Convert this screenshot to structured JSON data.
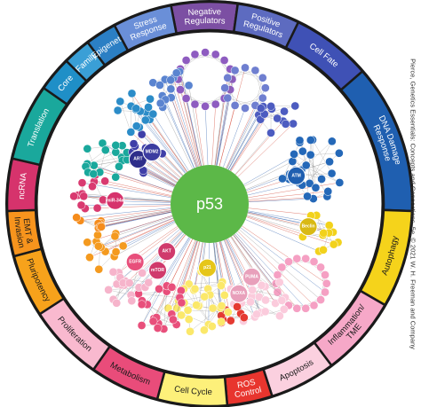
{
  "center": {
    "label": "p53",
    "color": "#5cb848"
  },
  "ring_color": "#1a1a1a",
  "segments": [
    {
      "id": "negative-regulators",
      "label": [
        "Negative",
        "Regulators"
      ],
      "color": "#7c4fa3",
      "text": "#ffffff",
      "start": -11,
      "end": 8
    },
    {
      "id": "positive-regulators",
      "label": [
        "Positive",
        "Regulators"
      ],
      "color": "#5d6bc0",
      "text": "#ffffff",
      "start": 8,
      "end": 26
    },
    {
      "id": "cell-fate",
      "label": [
        "Cell Fate"
      ],
      "color": "#3f51b5",
      "text": "#ffffff",
      "start": 26,
      "end": 49
    },
    {
      "id": "dna-damage-response",
      "label": [
        "DNA Damage",
        "Response"
      ],
      "color": "#1f5fb0",
      "text": "#ffffff",
      "start": 49,
      "end": 92
    },
    {
      "id": "autophagy",
      "label": [
        "Autophagy"
      ],
      "color": "#f5d31b",
      "text": "#1a1a1a",
      "start": 92,
      "end": 120
    },
    {
      "id": "inflammation-tme",
      "label": [
        "Inflammation/",
        "TME"
      ],
      "color": "#f6a8c8",
      "text": "#1a1a1a",
      "start": 120,
      "end": 143
    },
    {
      "id": "apoptosis",
      "label": [
        "Apoptosis"
      ],
      "color": "#fbd0df",
      "text": "#1a1a1a",
      "start": 143,
      "end": 162
    },
    {
      "id": "ros-control",
      "label": [
        "ROS",
        "Control"
      ],
      "color": "#e8352e",
      "text": "#ffffff",
      "start": 162,
      "end": 175
    },
    {
      "id": "cell-cycle",
      "label": [
        "Cell Cycle"
      ],
      "color": "#fdf07a",
      "text": "#1a1a1a",
      "start": 175,
      "end": 195
    },
    {
      "id": "metabolism",
      "label": [
        "Metabolism"
      ],
      "color": "#e94c7a",
      "text": "#1a1a1a",
      "start": 195,
      "end": 215
    },
    {
      "id": "proliferation",
      "label": [
        "Proliferation"
      ],
      "color": "#f9b9cf",
      "text": "#1a1a1a",
      "start": 215,
      "end": 237
    },
    {
      "id": "pluripotency",
      "label": [
        "Pluripotency"
      ],
      "color": "#f7a21b",
      "text": "#1a1a1a",
      "start": 237,
      "end": 255
    },
    {
      "id": "emt-invasion",
      "label": [
        "EMT &",
        "Invasion"
      ],
      "color": "#f7941d",
      "text": "#1a1a1a",
      "start": 255,
      "end": 268
    },
    {
      "id": "ncrna",
      "label": [
        "ncRNA"
      ],
      "color": "#d6336c",
      "text": "#ffffff",
      "start": 268,
      "end": 283
    },
    {
      "id": "translation",
      "label": [
        "Translation"
      ],
      "color": "#1aa89c",
      "text": "#ffffff",
      "start": 283,
      "end": 305
    },
    {
      "id": "core",
      "label": [
        "Core"
      ],
      "color": "#1f8fc7",
      "text": "#ffffff",
      "start": 305,
      "end": 315
    },
    {
      "id": "family",
      "label": [
        "Family"
      ],
      "color": "#3a9fd6",
      "text": "#ffffff",
      "start": 315,
      "end": 323
    },
    {
      "id": "epigenetic",
      "label": [
        "Epigenetic"
      ],
      "color": "#2b7fc4",
      "text": "#ffffff",
      "start": 323,
      "end": 332
    },
    {
      "id": "stress-response",
      "label": [
        "Stress",
        "Response"
      ],
      "color": "#6a8fd8",
      "text": "#ffffff",
      "start": 332,
      "end": 349
    }
  ],
  "clusters": [
    {
      "id": "negative-regulators-cluster",
      "color": "#8e5cc0",
      "angle": -2,
      "dist": 0.74,
      "size": 0.16,
      "nodes": 16,
      "ring": true
    },
    {
      "id": "positive-regulators-cluster",
      "color": "#6f7fd0",
      "angle": 17,
      "dist": 0.72,
      "size": 0.12,
      "nodes": 12,
      "ring": true
    },
    {
      "id": "cell-fate-cluster",
      "color": "#4d5cc0",
      "angle": 36,
      "dist": 0.66,
      "size": 0.13,
      "nodes": 14,
      "ring": false
    },
    {
      "id": "dna-damage-cluster",
      "color": "#2468b8",
      "angle": 70,
      "dist": 0.64,
      "size": 0.2,
      "nodes": 30,
      "ring": false
    },
    {
      "id": "autophagy-cluster",
      "color": "#f2d21c",
      "angle": 104,
      "dist": 0.68,
      "size": 0.12,
      "nodes": 14,
      "ring": false
    },
    {
      "id": "inflammation-cluster",
      "color": "#f5a0c3",
      "angle": 131,
      "dist": 0.72,
      "size": 0.15,
      "nodes": 18,
      "ring": true
    },
    {
      "id": "apoptosis-cluster",
      "color": "#fbcbdc",
      "angle": 152,
      "dist": 0.62,
      "size": 0.18,
      "nodes": 26,
      "ring": false
    },
    {
      "id": "ros-cluster",
      "color": "#e53a31",
      "angle": 168,
      "dist": 0.7,
      "size": 0.08,
      "nodes": 8,
      "ring": false
    },
    {
      "id": "cell-cycle-cluster",
      "color": "#fbe86a",
      "angle": 185,
      "dist": 0.58,
      "size": 0.2,
      "nodes": 30,
      "ring": false
    },
    {
      "id": "metabolism-cluster",
      "color": "#e84f7b",
      "angle": 205,
      "dist": 0.68,
      "size": 0.16,
      "nodes": 22,
      "ring": false
    },
    {
      "id": "proliferation-cluster",
      "color": "#f6b4cb",
      "angle": 225,
      "dist": 0.66,
      "size": 0.15,
      "nodes": 20,
      "ring": false
    },
    {
      "id": "pluripotency-cluster",
      "color": "#f49a1f",
      "angle": 246,
      "dist": 0.68,
      "size": 0.12,
      "nodes": 14,
      "ring": false
    },
    {
      "id": "emt-cluster",
      "color": "#f58c1c",
      "angle": 262,
      "dist": 0.7,
      "size": 0.1,
      "nodes": 10,
      "ring": false
    },
    {
      "id": "ncrna-cluster",
      "color": "#d93a70",
      "angle": 276,
      "dist": 0.7,
      "size": 0.12,
      "nodes": 14,
      "ring": false
    },
    {
      "id": "translation-cluster",
      "color": "#1aa89c",
      "angle": 294,
      "dist": 0.68,
      "size": 0.15,
      "nodes": 18,
      "ring": false
    },
    {
      "id": "core-cluster",
      "color": "#3f3fa8",
      "angle": 307,
      "dist": 0.5,
      "size": 0.12,
      "nodes": 10,
      "ring": false
    },
    {
      "id": "family-epigenetic-cluster",
      "color": "#2c8cc8",
      "angle": 322,
      "dist": 0.7,
      "size": 0.13,
      "nodes": 16,
      "ring": false
    },
    {
      "id": "stress-response-cluster",
      "color": "#5a84d0",
      "angle": 341,
      "dist": 0.72,
      "size": 0.12,
      "nodes": 14,
      "ring": false
    }
  ],
  "hubs": [
    {
      "label": "ART",
      "angle": 302,
      "dist": 0.5,
      "color": "#2e2e8a"
    },
    {
      "label": "MDM2",
      "angle": 312,
      "dist": 0.46,
      "color": "#3c3ca0"
    },
    {
      "label": "ATM",
      "angle": 72,
      "dist": 0.54,
      "color": "#1f5fb0"
    },
    {
      "label": "AKT",
      "angle": 222,
      "dist": 0.38,
      "color": "#d03a6c"
    },
    {
      "label": "mTOR",
      "angle": 218,
      "dist": 0.5,
      "color": "#d03a6c"
    },
    {
      "label": "p21",
      "angle": 182,
      "dist": 0.38,
      "color": "#e6c619"
    },
    {
      "label": "PUMA",
      "angle": 150,
      "dist": 0.5,
      "color": "#e8a0bb"
    },
    {
      "label": "NOXA",
      "angle": 162,
      "dist": 0.56,
      "color": "#e8a0bb"
    },
    {
      "label": "Beclin",
      "angle": 103,
      "dist": 0.6,
      "color": "#d9b914"
    },
    {
      "label": "miR-34a",
      "angle": 272,
      "dist": 0.56,
      "color": "#d6336c"
    },
    {
      "label": "EGFR",
      "angle": 232,
      "dist": 0.56,
      "color": "#e84f7b"
    }
  ],
  "credit": "Pierce, Genetics Essentials: Concepts and Connections, 5e, © 2021 W. H. Freeman and Company"
}
